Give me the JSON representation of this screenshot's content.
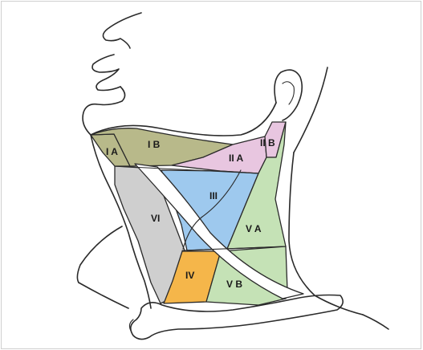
{
  "figure": {
    "regions": [
      {
        "id": "IA",
        "label": "I A",
        "color": "#b8b98a"
      },
      {
        "id": "IB",
        "label": "I B",
        "color": "#b8b98a"
      },
      {
        "id": "IIA",
        "label": "II A",
        "color": "#e8c6e0"
      },
      {
        "id": "IIB",
        "label": "II B",
        "color": "#e8c6e0"
      },
      {
        "id": "III",
        "label": "III",
        "color": "#9ec9ee"
      },
      {
        "id": "IV",
        "label": "IV",
        "color": "#f5b64a"
      },
      {
        "id": "VA",
        "label": "V A",
        "color": "#c5e2b6"
      },
      {
        "id": "VB",
        "label": "V B",
        "color": "#c5e2b6"
      },
      {
        "id": "VI",
        "label": "VI",
        "color": "#cfcfcf"
      }
    ]
  }
}
